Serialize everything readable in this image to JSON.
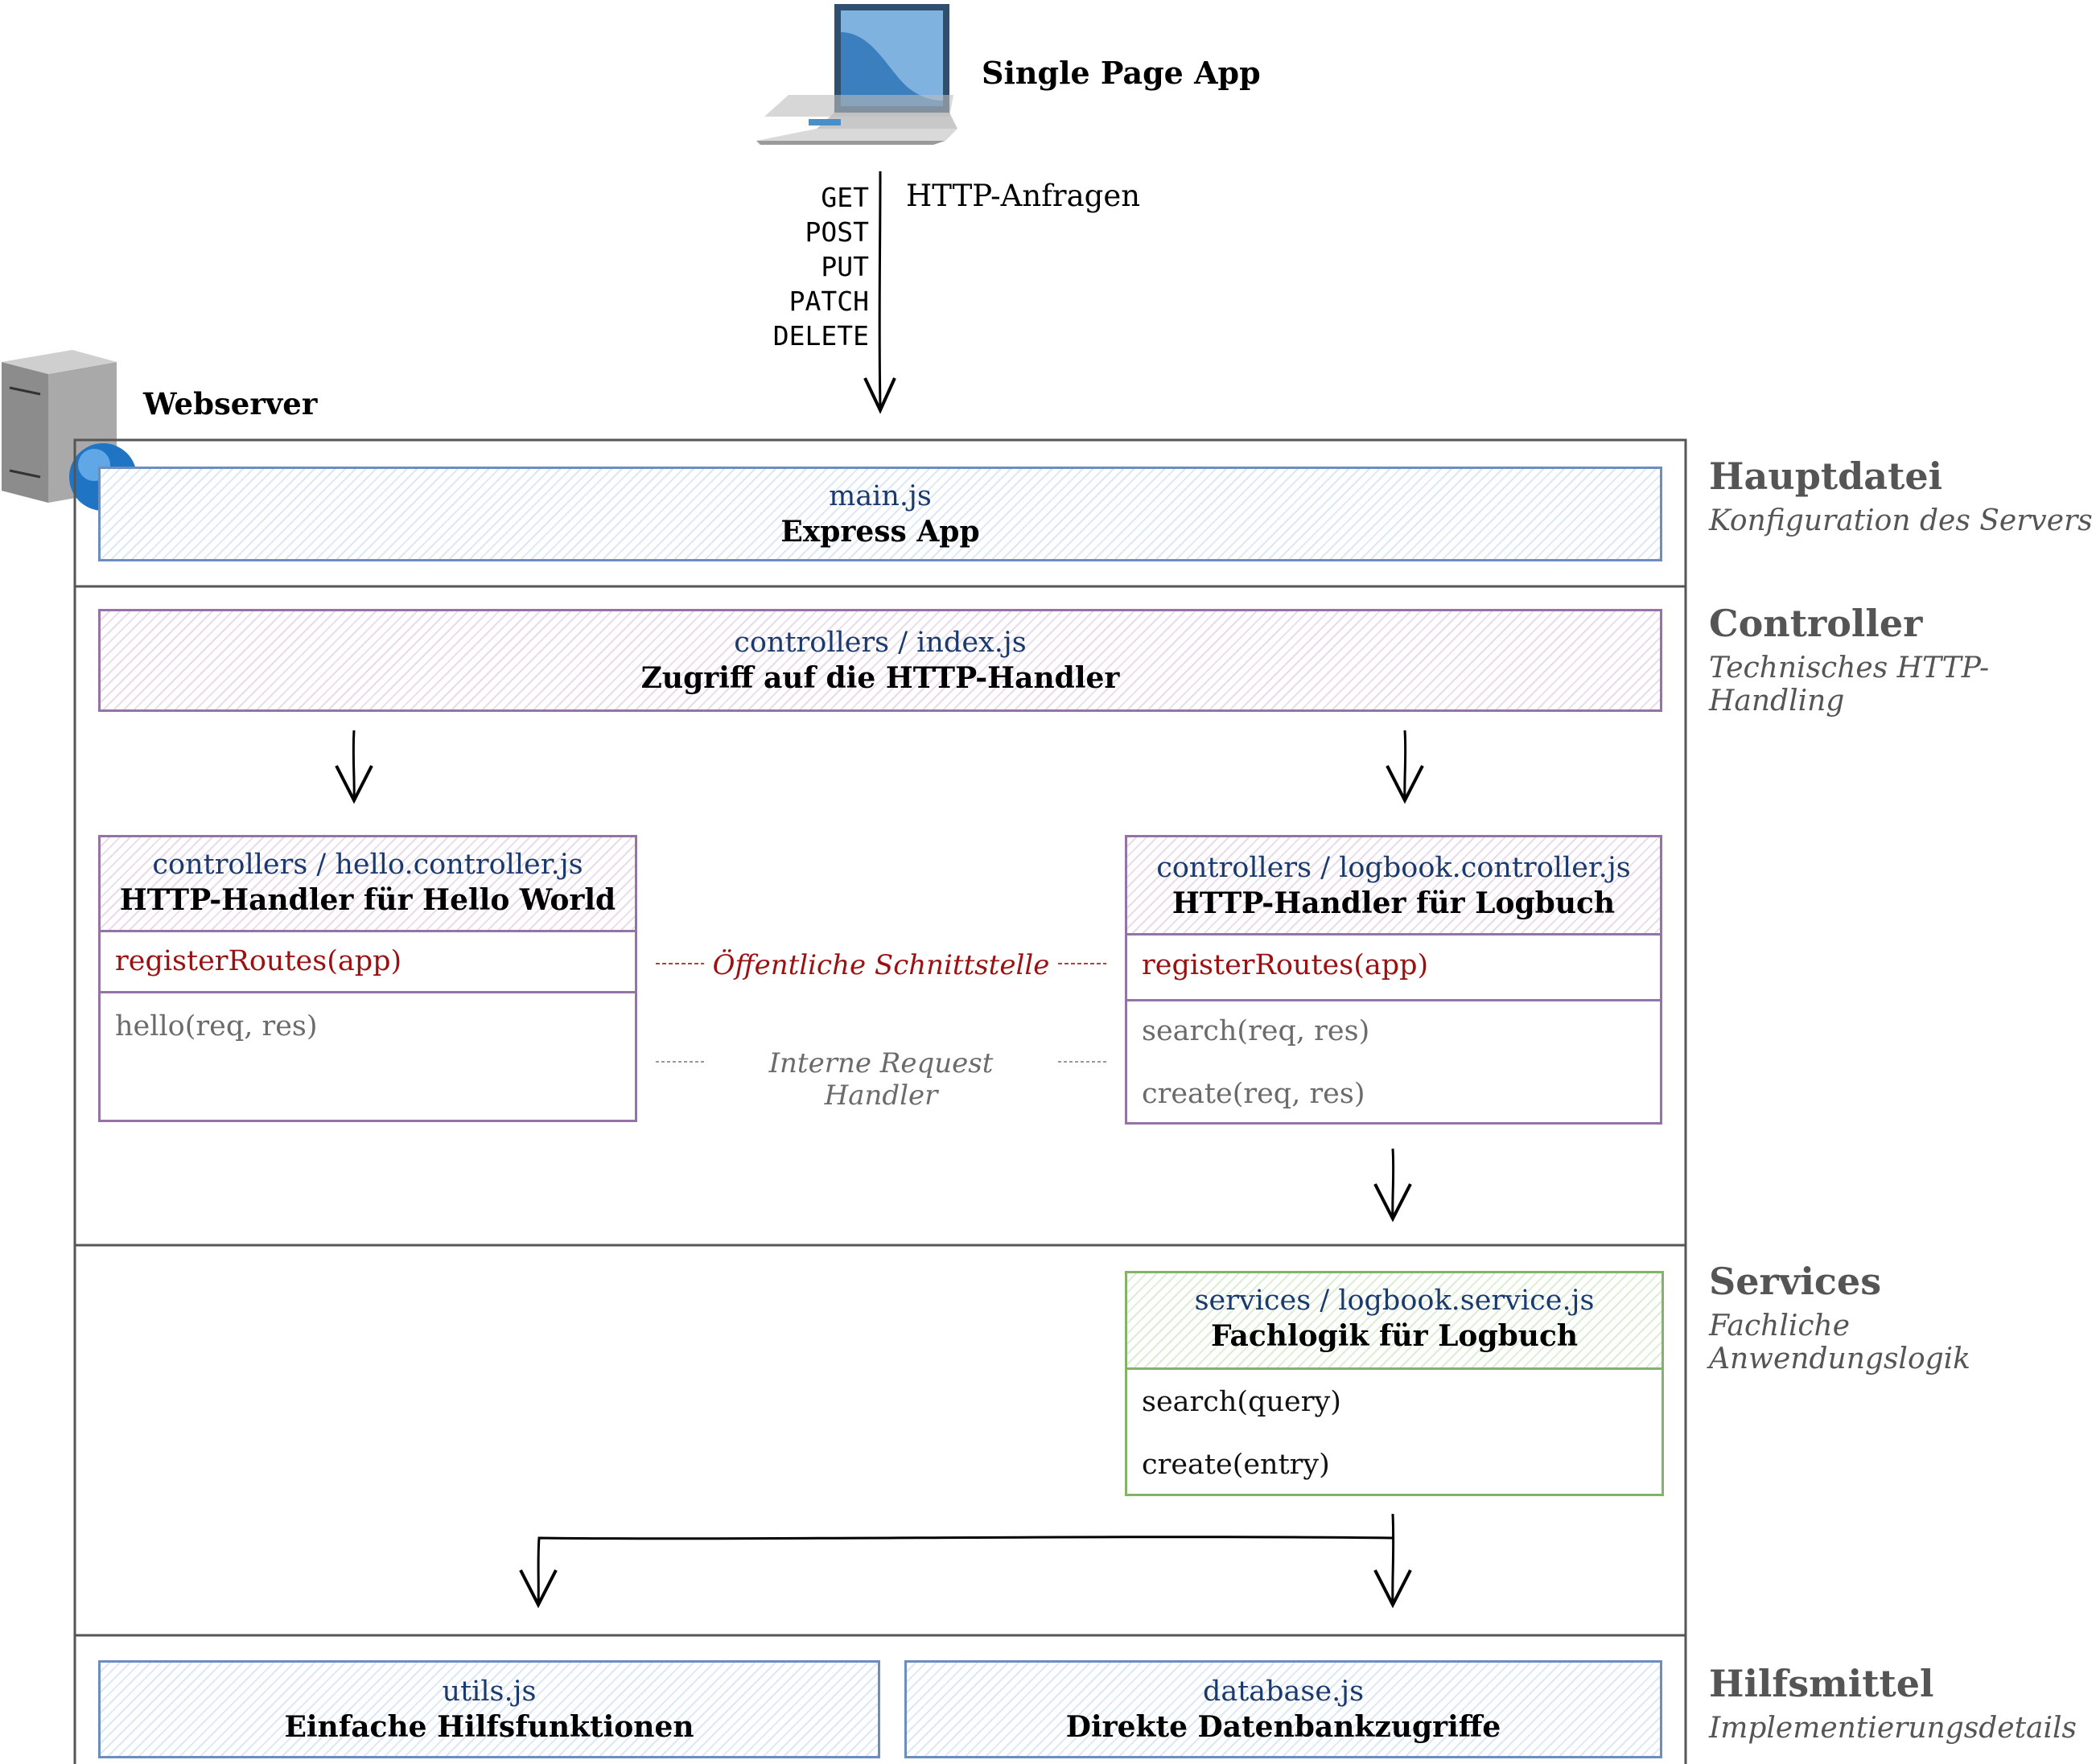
{
  "client": {
    "label": "Single Page App",
    "icon": "laptop-icon"
  },
  "request": {
    "methods": [
      "GET",
      "POST",
      "PUT",
      "PATCH",
      "DELETE"
    ],
    "label": "HTTP-Anfragen"
  },
  "server": {
    "label": "Webserver",
    "icon": "server-icon"
  },
  "layers": [
    {
      "title": "Hauptdatei",
      "subtitle": "Konfiguration des Servers"
    },
    {
      "title": "Controller",
      "subtitle": "Technisches HTTP-Handling"
    },
    {
      "title": "Services",
      "subtitle": "Fachliche Anwendungslogik"
    },
    {
      "title": "Hilfsmittel",
      "subtitle": "Implementierungsdetails"
    }
  ],
  "main": {
    "file": "main.js",
    "desc": "Express App"
  },
  "controllers_index": {
    "file": "controllers / index.js",
    "desc": "Zugriff auf die HTTP-Handler"
  },
  "hello_controller": {
    "file": "controllers / hello.controller.js",
    "desc": "HTTP-Handler für Hello World",
    "public": [
      "registerRoutes(app)"
    ],
    "internal": [
      "hello(req, res)"
    ]
  },
  "logbook_controller": {
    "file": "controllers / logbook.controller.js",
    "desc": "HTTP-Handler für Logbuch",
    "public": [
      "registerRoutes(app)"
    ],
    "internal": [
      "search(req, res)",
      "create(req, res)"
    ]
  },
  "legend": {
    "public": "Öffentliche Schnittstelle",
    "internal": "Interne Request Handler"
  },
  "logbook_service": {
    "file": "services / logbook.service.js",
    "desc": "Fachlogik für Logbuch",
    "methods": [
      "search(query)",
      "create(entry)"
    ]
  },
  "utils": {
    "file": "utils.js",
    "desc": "Einfache Hilfsfunktionen"
  },
  "database": {
    "file": "database.js",
    "desc": "Direkte Datenbankzugriffe"
  },
  "colors": {
    "blue": "#6c8ebf",
    "purple": "#9673a6",
    "green": "#82b366",
    "public_red": "#9b1010",
    "file_name": "#1a3a6e",
    "layer_text": "#555555"
  }
}
